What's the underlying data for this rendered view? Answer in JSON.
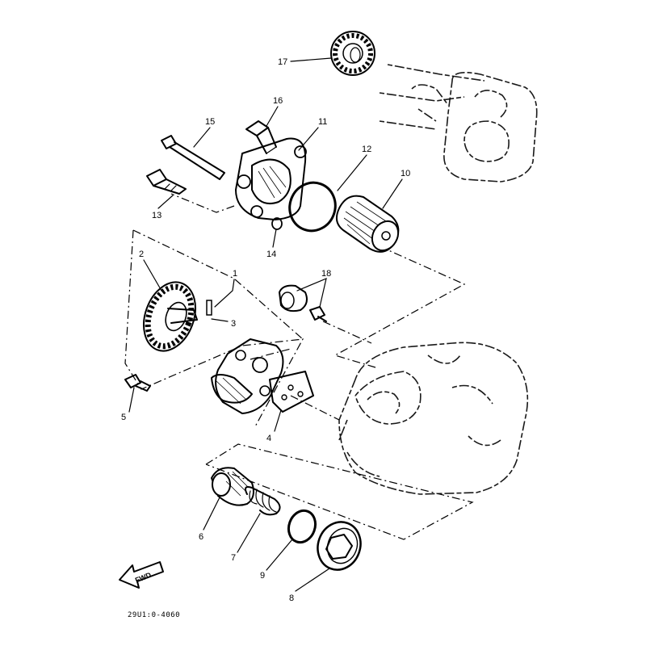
{
  "diagram": {
    "part_code": "29U1:0-4060",
    "fwd_label": "FWD",
    "callouts": [
      "17",
      "16",
      "15",
      "11",
      "12",
      "10",
      "13",
      "14",
      "2",
      "1",
      "18",
      "3",
      "5",
      "4",
      "6",
      "7",
      "9",
      "8"
    ]
  }
}
